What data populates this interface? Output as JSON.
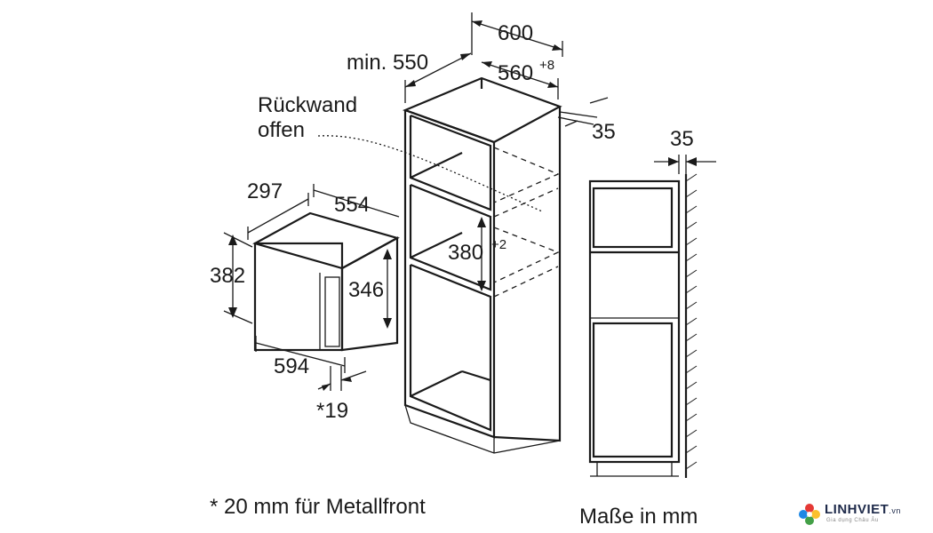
{
  "dimensions": {
    "microwave": {
      "depth": "297",
      "width_top": "554",
      "height_outer": "382",
      "height_inner": "346",
      "width_front": "594",
      "front_offset": "*19"
    },
    "cabinet": {
      "width_outer": "600",
      "depth_min": "min. 550",
      "width_inner": "560",
      "width_inner_tol": "+8",
      "side_gap": "35",
      "niche_height": "380",
      "niche_height_tol": "+2"
    },
    "side_view": {
      "wall_gap": "35"
    }
  },
  "labels": {
    "rear_wall_line1": "Rückwand",
    "rear_wall_line2": "offen",
    "footnote": "* 20 mm für Metallfront",
    "units": "Maße in mm"
  },
  "logo": {
    "brand": "LINHVIET",
    "tld": ".vn",
    "tagline": "Gia dụng Châu Âu",
    "colors": [
      "#e53935",
      "#fbc02d",
      "#43a047",
      "#1e88e5"
    ]
  }
}
